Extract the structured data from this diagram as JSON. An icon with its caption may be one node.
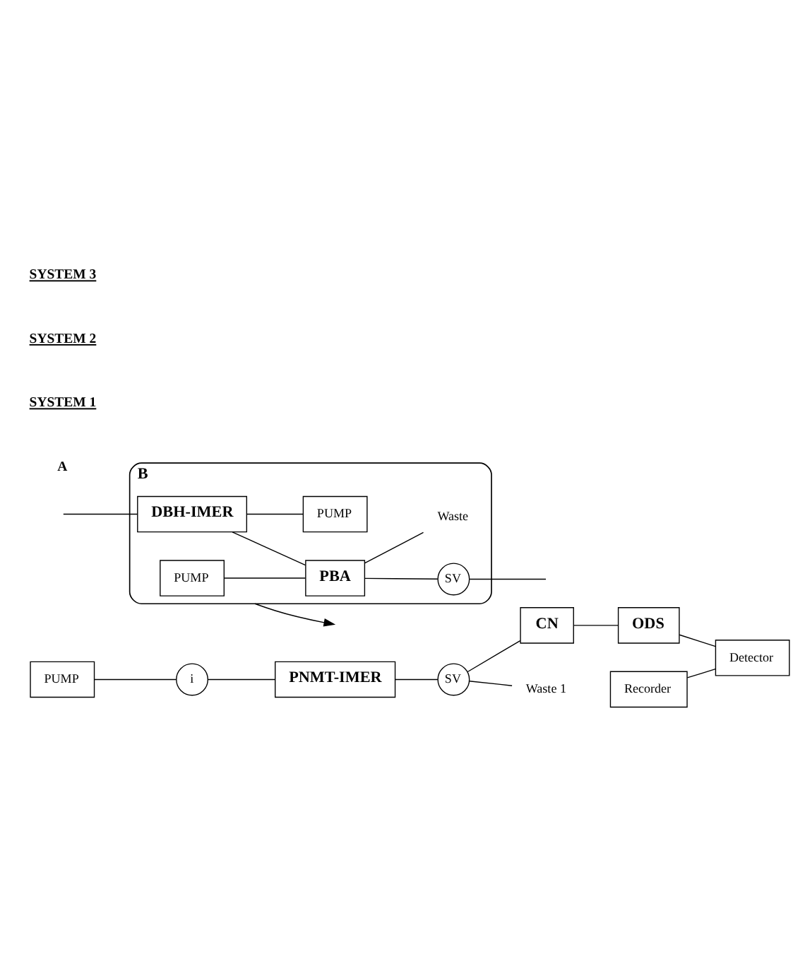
{
  "diagram": {
    "nodes": [
      {
        "text": [
          "PUMP"
        ]
      },
      {
        "text": [
          "i"
        ]
      },
      {
        "text": [
          "PNMT-IMER"
        ]
      },
      {
        "text": [
          "SV"
        ]
      },
      {
        "text": [
          "CN"
        ]
      },
      {
        "text": [
          "ODS"
        ]
      },
      {
        "text": [
          "Waste 1"
        ]
      },
      {
        "text": [
          "Detector"
        ]
      },
      {
        "text": [
          "Recorder"
        ]
      },
      {
        "text": [
          "B"
        ]
      },
      {
        "text": [
          "PUMP"
        ],
        "in": 9
      },
      {
        "text": [
          "DBH-IMER"
        ],
        "in": 9
      },
      {
        "text": [
          "PBA"
        ],
        "in": 9
      },
      {
        "text": [
          "SV"
        ],
        "in": 9
      },
      {
        "text": [
          "PUMP"
        ],
        "in": 9
      },
      {
        "text": [
          "Waste"
        ],
        "in": 9
      }
    ],
    "edges": [
      {
        "from": 0,
        "to": 1,
        "arrow": "none"
      },
      {
        "from": 1,
        "to": 2,
        "arrow": "none"
      },
      {
        "from": 2,
        "to": 3,
        "arrow": "none"
      },
      {
        "from": 3,
        "to": 4,
        "arrow": "none"
      },
      {
        "from": 4,
        "to": 5,
        "arrow": "none"
      },
      {
        "from": 3,
        "to": 6,
        "arrow": "none"
      },
      {
        "from": 5,
        "to": 7,
        "arrow": "none"
      },
      {
        "from": 8,
        "to": 7,
        "arrow": "none"
      },
      {
        "from": 9,
        "to": null,
        "arrow": "to"
      },
      {
        "from": null,
        "to": 11,
        "arrow": "none"
      },
      {
        "from": 11,
        "to": 12,
        "arrow": "none"
      },
      {
        "from": 12,
        "to": 13,
        "arrow": "none"
      },
      {
        "from": 13,
        "to": null,
        "arrow": "none"
      },
      {
        "from": 10,
        "to": 12,
        "arrow": "none"
      },
      {
        "from": 11,
        "to": 14,
        "arrow": "none"
      },
      {
        "from": 12,
        "to": 15,
        "arrow": "none"
      }
    ],
    "labels": [
      "A",
      "SYSTEM 1",
      "SYSTEM 2",
      "SYSTEM 3"
    ]
  }
}
